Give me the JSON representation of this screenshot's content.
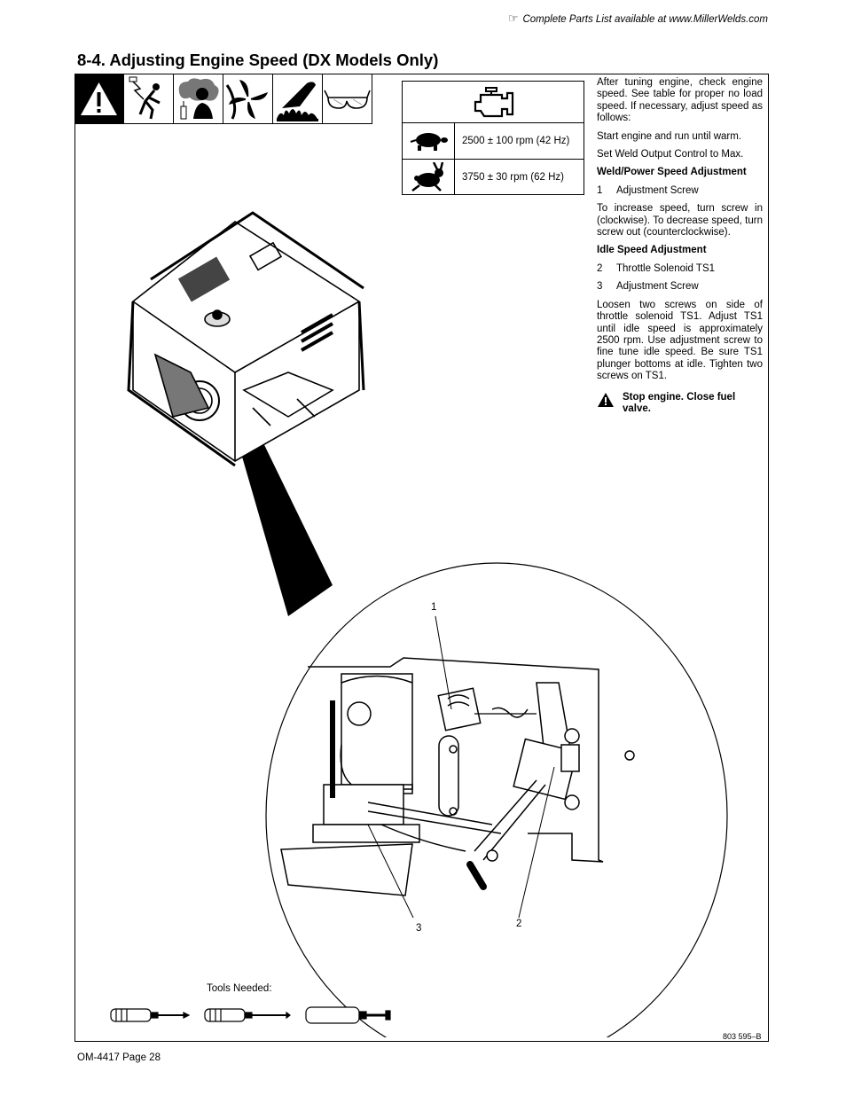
{
  "header": {
    "note_icon": "pointing-hand-icon",
    "note": "Complete Parts List available at www.MillerWelds.com"
  },
  "section": {
    "title": "8-4.   Adjusting Engine Speed (DX Models Only)"
  },
  "safety_icons": [
    "warning-triangle-icon",
    "electric-shock-icon",
    "fumes-icon",
    "moving-parts-icon",
    "hot-parts-icon",
    "safety-glasses-icon"
  ],
  "speed_table": {
    "header_icon": "engine-icon",
    "rows": [
      {
        "icon": "turtle-icon",
        "text": "2500 ± 100 rpm (42 Hz)"
      },
      {
        "icon": "rabbit-icon",
        "text": "3750 ± 30 rpm (62 Hz)"
      }
    ]
  },
  "instructions": {
    "intro": "After tuning engine, check engine speed.  See table for proper no load speed.  If necessary, adjust speed as follows:",
    "step1": "Start engine and run until warm.",
    "step2": "Set Weld Output Control to Max.",
    "weld_heading": "Weld/Power Speed Adjustment",
    "weld_item": {
      "num": "1",
      "label": "Adjustment Screw"
    },
    "weld_text": "To increase speed, turn screw in (clockwise).  To decrease speed, turn screw out (counterclockwise).",
    "idle_heading": "Idle Speed Adjustment",
    "idle_items": [
      {
        "num": "2",
        "label": "Throttle Solenoid TS1"
      },
      {
        "num": "3",
        "label": "Adjustment Screw"
      }
    ],
    "idle_text": "Loosen two screws on side of throttle solenoid TS1.  Adjust TS1 until idle speed is approximately 2500 rpm.  Use adjustment screw to fine tune idle speed.  Be sure TS1 plunger bottoms at idle.  Tighten two screws on TS1.",
    "warning_icon": "warning-icon",
    "warning": "Stop engine.  Close fuel valve."
  },
  "figure": {
    "callouts": [
      "1",
      "2",
      "3"
    ],
    "tools_label": "Tools Needed:",
    "tools": [
      "phillips-screwdriver-icon",
      "phillips-screwdriver-icon",
      "flat-screwdriver-icon"
    ],
    "figure_number": "803 595–B"
  },
  "footer": {
    "page": "OM-4417 Page 28"
  }
}
